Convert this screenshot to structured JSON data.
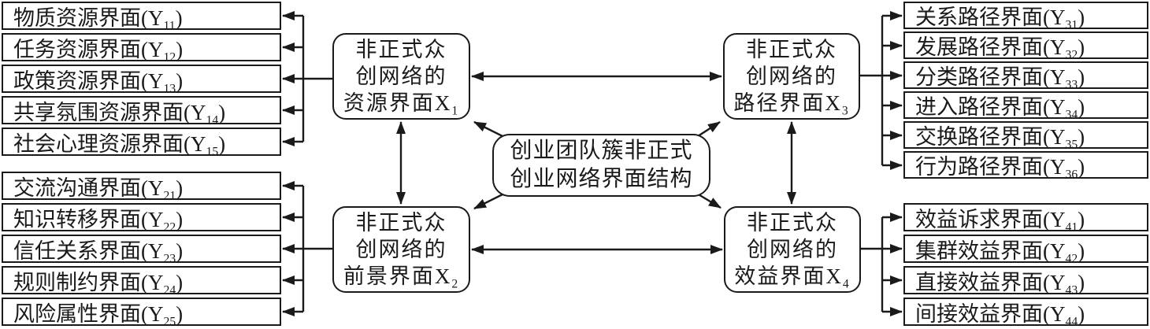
{
  "figure": {
    "title": "创业团队簇非正式创业网络界面结构",
    "center": {
      "lines": [
        "创业团队簇非正式",
        "创业网络界面结构"
      ]
    },
    "nodes": {
      "x1": {
        "lines": [
          "非正式众",
          "创网络的",
          "资源界面X_{1}"
        ]
      },
      "x2": {
        "lines": [
          "非正式众",
          "创网络的",
          "前景界面X_{2}"
        ]
      },
      "x3": {
        "lines": [
          "非正式众",
          "创网络的",
          "路径界面X_{3}"
        ]
      },
      "x4": {
        "lines": [
          "非正式众",
          "创网络的",
          "效益界面X_{4}"
        ]
      }
    },
    "lists": {
      "left_top": {
        "items": [
          "物质资源界面(Y_{11})",
          "任务资源界面(Y_{12})",
          "政策资源界面(Y_{13})",
          "共享氛围资源界面(Y_{14})",
          "社会心理资源界面(Y_{15})"
        ]
      },
      "left_bottom": {
        "items": [
          "交流沟通界面(Y_{21})",
          "知识转移界面(Y_{22})",
          "信任关系界面(Y_{23})",
          "规则制约界面(Y_{24})",
          "风险属性界面(Y_{25})"
        ]
      },
      "right_top": {
        "items": [
          "关系路径界面(Y_{31})",
          "发展路径界面(Y_{32})",
          "分类路径界面(Y_{33})",
          "进入路径界面(Y_{34})",
          "交换路径界面(Y_{35})",
          "行为路径界面(Y_{36})"
        ]
      },
      "right_bottom": {
        "items": [
          "效益诉求界面(Y_{41})",
          "集群效益界面(Y_{42})",
          "直接效益界面(Y_{43})",
          "间接效益界面(Y_{44})"
        ]
      }
    },
    "colors": {
      "line": "#1a1a1a",
      "background": "#ffffff"
    }
  }
}
